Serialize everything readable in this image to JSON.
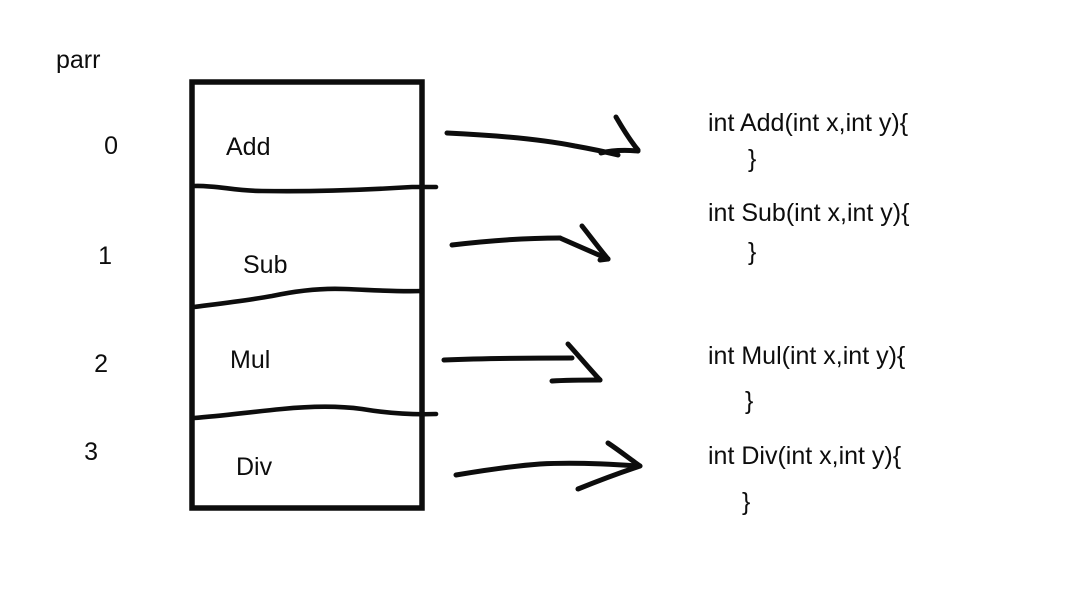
{
  "diagram": {
    "title_label": "parr",
    "array": {
      "indices": [
        "0",
        "1",
        "2",
        "3"
      ],
      "cells": [
        "Add",
        "Sub",
        "Mul",
        "Div"
      ]
    },
    "functions": [
      {
        "signature": "int Add(int x,int y){",
        "closing": "}"
      },
      {
        "signature": "int Sub(int x,int y){",
        "closing": "}"
      },
      {
        "signature": "int Mul(int x,int y){",
        "closing": "}"
      },
      {
        "signature": "int Div(int x,int y){",
        "closing": "}"
      }
    ],
    "arrows": [
      {
        "name": "arrow-add"
      },
      {
        "name": "arrow-sub"
      },
      {
        "name": "arrow-mul"
      },
      {
        "name": "arrow-div"
      }
    ],
    "colors": {
      "ink": "#0d0d0d",
      "background": "#ffffff"
    }
  }
}
